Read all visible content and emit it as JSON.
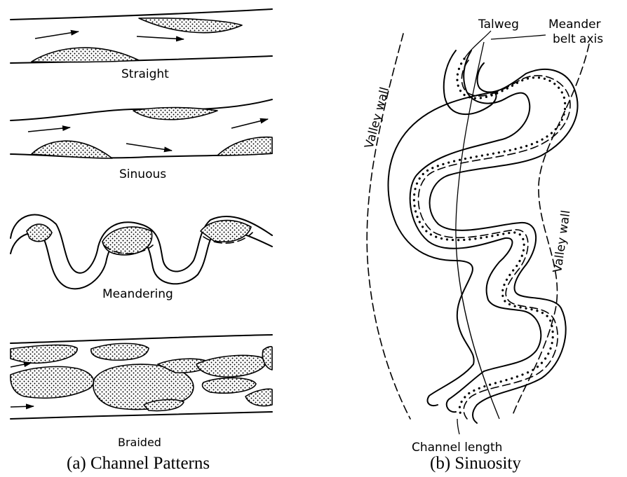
{
  "panel_a": {
    "patterns": {
      "straight": "Straight",
      "sinuous": "Sinuous",
      "meandering": "Meandering",
      "braided": "Braided"
    },
    "caption": "(a) Channel Patterns"
  },
  "panel_b": {
    "talweg": "Talweg",
    "meander_belt_axis_line1": "Meander",
    "meander_belt_axis_line2": "belt axis",
    "valley_wall_left": "Valley wall",
    "valley_wall_right": "Valley wall",
    "channel_length": "Channel length",
    "caption": "(b) Sinuosity"
  }
}
